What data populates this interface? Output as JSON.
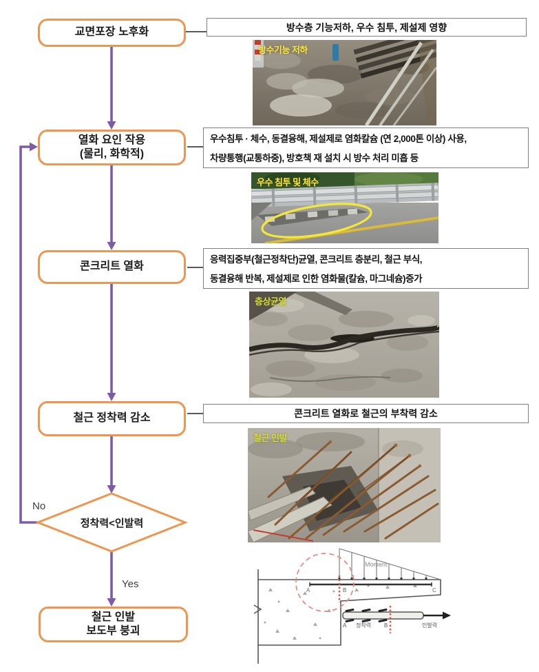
{
  "flowchart": {
    "box1": {
      "label": "교면포장 노후화"
    },
    "box2": {
      "line1": "열화 요인 작용",
      "line2": "(물리, 화학적)"
    },
    "box3": {
      "label": "콘크리트 열화"
    },
    "box4": {
      "label": "철근 정착력 감소"
    },
    "decision": {
      "label": "정착력<인발력"
    },
    "box5": {
      "line1": "철근 인발",
      "line2": "보도부 붕괴"
    },
    "no_label": "No",
    "yes_label": "Yes"
  },
  "notes": {
    "note1": {
      "text": "방수층 기능저하, 우수 침투, 제설제 영향"
    },
    "note2": {
      "line1": "우수침투 · 체수, 동결융해, 제설제로 염화칼슘 (연 2,000톤 이상) 사용,",
      "line2": "차량통행(교통하중), 방호책 재 설치 시 방수 처리 미흡 등"
    },
    "note3": {
      "line1": "응력집중부(철근정착단)균열, 콘크리트 층분리, 철근 부식,",
      "line2": "동결융해 반복, 제설제로 인한 염화물(칼슘, 마그네슘)증가"
    },
    "note4": {
      "text": "콘크리트 열화로 철근의 부착력 감소"
    }
  },
  "photos": {
    "photo1": {
      "caption": "방수기능 저하"
    },
    "photo2": {
      "caption": "우수 침투 및 체수"
    },
    "photo3": {
      "caption": "층상균열"
    },
    "photo4": {
      "caption": "철근 인발"
    }
  },
  "diagram": {
    "moment_label": "Moment",
    "beam_a": "A",
    "beam_b": "B",
    "beam_c": "C",
    "bar_a": "A",
    "anchor_label": "정착력",
    "bar_b": "B",
    "pullout_label": "인발력"
  },
  "colors": {
    "box_border": "#F0954F",
    "arrow_purple": "#7D5BA8",
    "note_border": "#7F7F7F",
    "caption_yellow": "#FFE93C",
    "caption_green_yellow": "#D8DC35",
    "annotation_ellipse_yellow": "#F2E73A",
    "diagram_red": "#E05545"
  }
}
